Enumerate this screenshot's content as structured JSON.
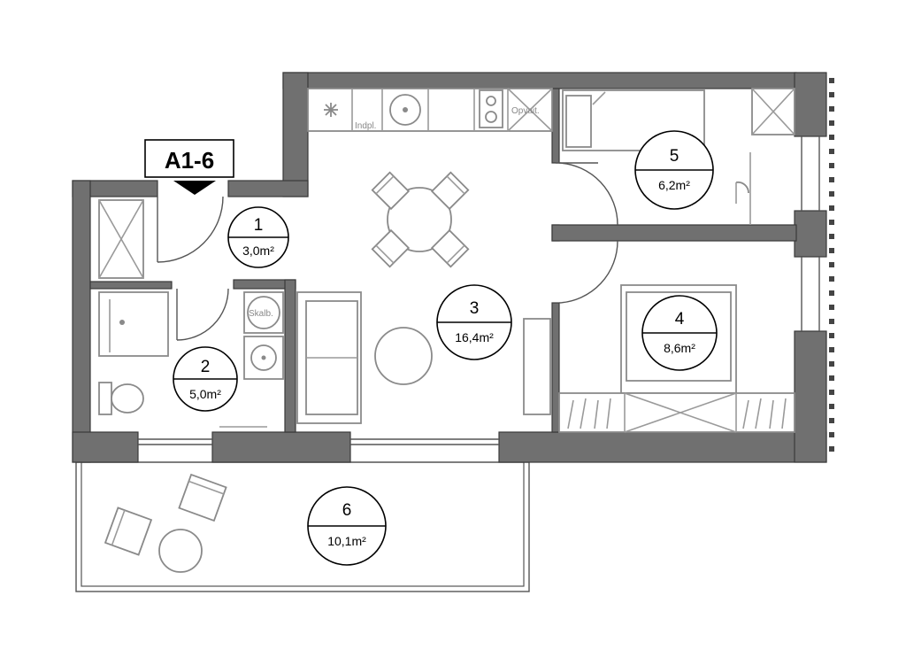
{
  "unit": {
    "code": "A1-6"
  },
  "rooms": [
    {
      "number": "1",
      "area": "3,0m²"
    },
    {
      "number": "2",
      "area": "5,0m²"
    },
    {
      "number": "3",
      "area": "16,4m²"
    },
    {
      "number": "4",
      "area": "8,6m²"
    },
    {
      "number": "5",
      "area": "6,2m²"
    },
    {
      "number": "6",
      "area": "10,1m²"
    }
  ],
  "fixtures": {
    "fridge_label": "Indpl.",
    "dishwasher_label": "Opvait.",
    "wardrobe_label": "Skalb."
  }
}
